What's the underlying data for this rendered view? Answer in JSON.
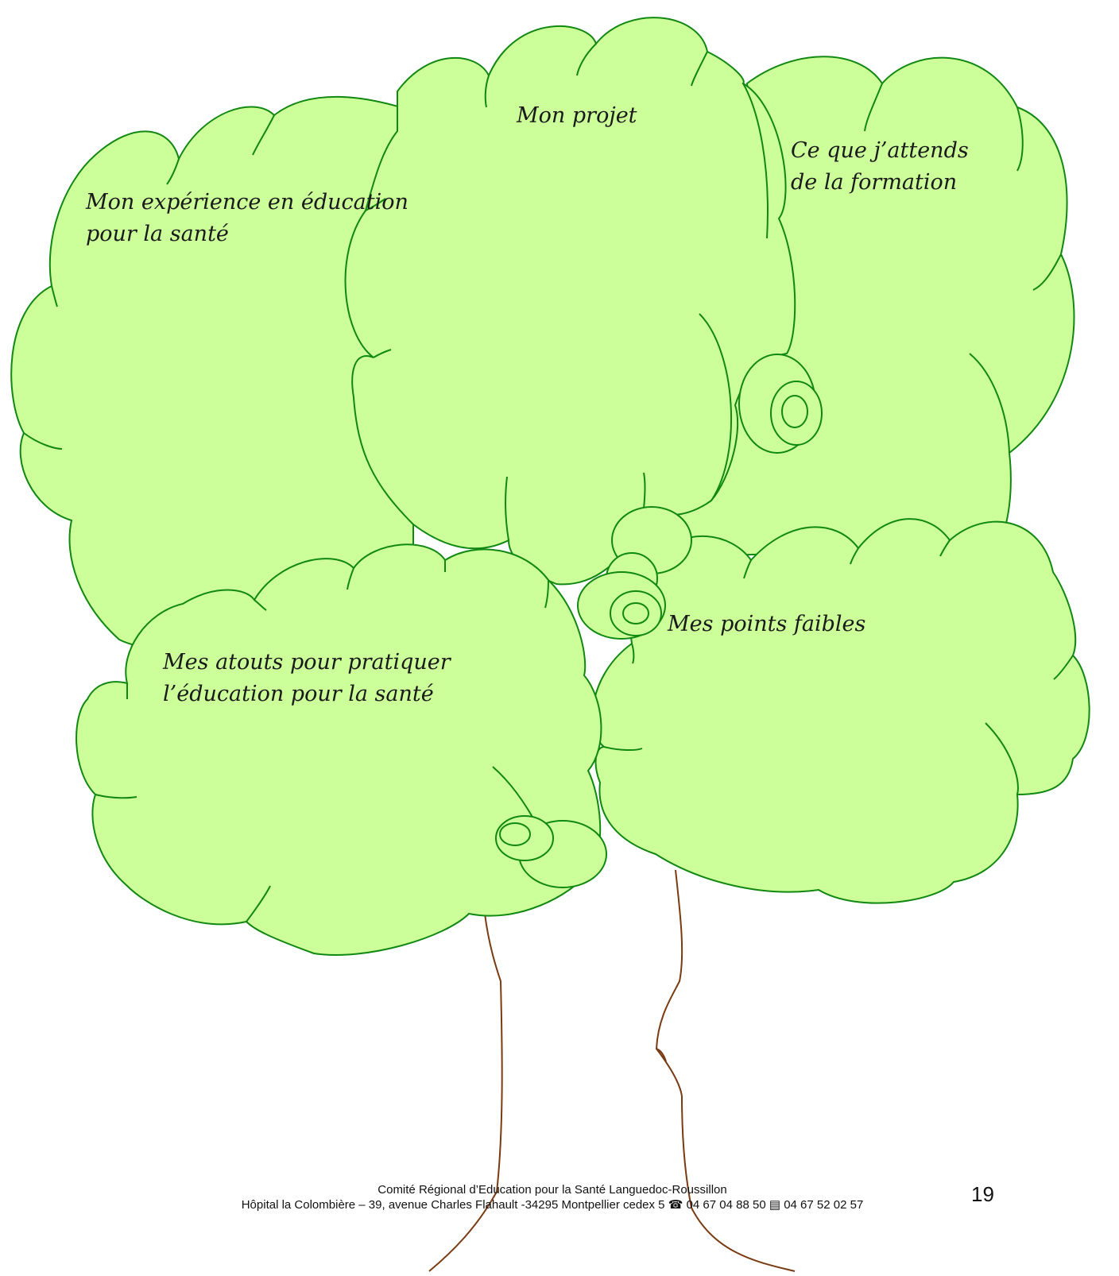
{
  "clouds": {
    "experience": "Mon expérience en éducation\npour la santé",
    "projet": "Mon projet",
    "attentes": "Ce que j’attends\nde la formation",
    "atouts": "Mes atouts pour pratiquer\nl’éducation pour la santé",
    "faibles": "Mes points faibles"
  },
  "footer": {
    "line1": "Comité Régional d’Education pour la Santé Languedoc-Roussillon",
    "line2_address": "Hôpital la Colombière – 39, avenue Charles Flahault -34295 Montpellier cedex 5",
    "phone_icon": "telephone-icon",
    "phone": "04 67 04 88 50",
    "fax_icon": "fax-icon",
    "fax": "04 67 52 02 57",
    "page_number": "19"
  },
  "colors": {
    "foliage": "#ccff99",
    "outline": "#118811",
    "trunk": "#7a3a12"
  }
}
